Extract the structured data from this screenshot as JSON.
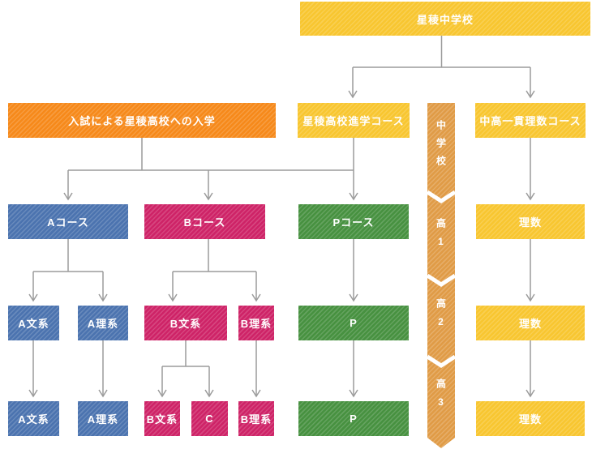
{
  "palette": {
    "yellow": "#f8c630",
    "orange": "#f6891a",
    "blue": "#4b73af",
    "pink": "#ce2367",
    "green": "#479140",
    "ribbon": "#e09b46",
    "line": "#9b9b9b",
    "node_text": "#ffffff"
  },
  "diagram": {
    "root": {
      "label": "星稜中学校"
    },
    "entry": {
      "exam": "入試による星稜高校への入学",
      "shingaku": "星稜高校進学コース",
      "ikkan": "中高一貫理数コース"
    },
    "courses": {
      "a": "Aコース",
      "b": "Bコース",
      "p": "Pコース",
      "risu": "理数"
    },
    "h2": {
      "a_bun": "A文系",
      "a_ri": "A理系",
      "b_bun": "B文系",
      "b_ri": "B理系",
      "p": "P",
      "risu": "理数"
    },
    "h3": {
      "a_bun": "A文系",
      "a_ri": "A理系",
      "b_bun": "B文系",
      "c": "C",
      "b_ri": "B理系",
      "p": "P",
      "risu": "理数"
    },
    "timeline": {
      "junior": "中学校",
      "h1": "高1",
      "h2": "高2",
      "h3": "高3"
    }
  }
}
